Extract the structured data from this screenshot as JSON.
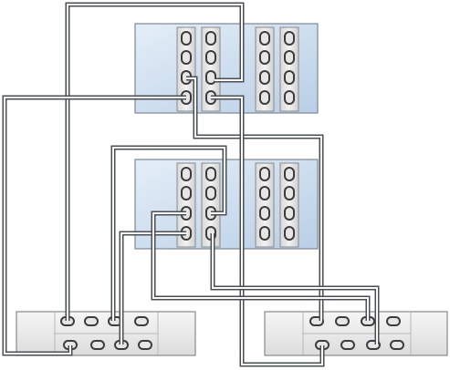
{
  "diagram": {
    "controllers": [
      {
        "name": "controller-top",
        "slot_columns": 4,
        "ports_per_column": 4
      },
      {
        "name": "controller-middle",
        "slot_columns": 4,
        "ports_per_column": 4
      }
    ],
    "disk_shelves": [
      {
        "name": "disk-shelf-left",
        "port_rows": 2,
        "ports_per_row": 4
      },
      {
        "name": "disk-shelf-right",
        "port_rows": 2,
        "ports_per_row": 4
      }
    ],
    "cable_count": 8,
    "colors": {
      "controller_fill": "#cfe0f0",
      "controller_stroke": "#7a8898",
      "shelf_fill": "#eaeaea",
      "shelf_stroke": "#8a8a8a",
      "cable_outer": "#4a4f55",
      "cable_inner": "#ffffff",
      "port_fill": "#e6e6e6",
      "port_stroke": "#3c3c3c"
    }
  }
}
